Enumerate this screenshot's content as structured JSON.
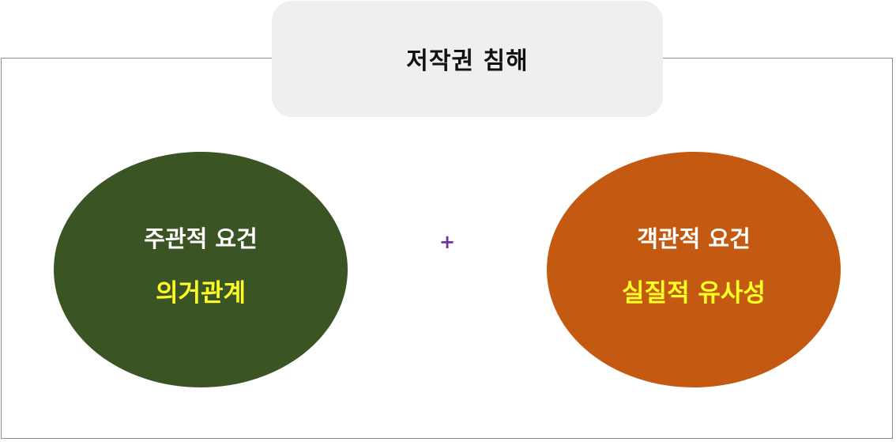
{
  "title": "저작권 침해",
  "operator": "+",
  "subjective": {
    "label": "주관적 요건",
    "value": "의거관계"
  },
  "objective": {
    "label": "객관적 요건",
    "value": "실질적 유사성"
  },
  "colors": {
    "title_box": "#efefef",
    "subjective_fill": "#3a5424",
    "objective_fill": "#c45a11",
    "label_text": "#ffffff",
    "value_text": "#ffff26",
    "operator": "#7030a0",
    "frame_border": "#8c8c8c"
  }
}
